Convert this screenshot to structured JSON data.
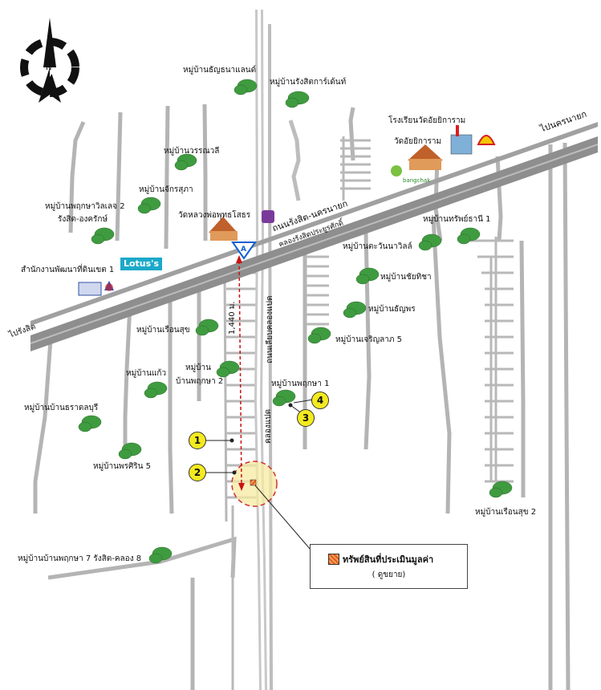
{
  "compass": {
    "north_label": "N"
  },
  "roads": {
    "main_road_label": "ถนนรังสิต-นครนายก",
    "canal_label": "คลองรังสิตประยูรศักดิ์",
    "to_nakhon_nayok": "ไปนครนายก",
    "to_rangsit": "ไปรังสิต",
    "side_road_label": "ถนนเลียบคลองแปด",
    "canal_eight_label": "คลองแปด",
    "distance_label": "1,440 ม.",
    "start_marker": "A"
  },
  "places": {
    "thanya_land": "หมู่บ้านธัญธนาแลนด์",
    "rangsit_garden": "หมู่บ้านรังสิตการ์เด้นท์",
    "school": "โรงเรียนวัดอัยยิการาม",
    "temple_aiyika": "วัดอัยยิการาม",
    "bangchak": "bangchak",
    "wannawalee": "หมู่บ้านวรรณวลี",
    "chakrasupha": "หมู่บ้านจักรสุภา",
    "pruksa_ville_2": "หมู่บ้านพฤกษาวิลเลจ 2",
    "rangsit_ongkharak": "รังสิต-องครักษ์",
    "wat_luangpho": "วัดหลวงพ่อพุทธโสธร",
    "lotus": "Lotus's",
    "dealer_office": "สำนักงานพัฒนาที่ดินเขต 1",
    "thapsap_thani": "หมู่บ้านทรัพย์ธานี 1",
    "tawanwalee": "หมู่บ้านตะวันนาวิลล์",
    "chaicha": "หมู่บ้านชัยทิชา",
    "thanyaporn": "หมู่บ้านธัญพร",
    "charoenlap": "หมู่บ้านเจริญลาภ 5",
    "ruansuk": "หมู่บ้านเรือนสุข",
    "banpruksa_2_line1": "หมู่บ้าน",
    "banpruksa_2_line2": "บ้านพฤกษา 2",
    "pruksa_1": "หมู่บ้านพฤกษา 1",
    "banmaew": "หมู่บ้านแก้ว",
    "thara_khonburi": "หมู่บ้านบ้านธราดลบุรี",
    "pornsirin_5": "หมู่บ้านพรศิริน 5",
    "ruansuk_2": "หมู่บ้านเรือนสุข 2",
    "pruksa_7": "หมู่บ้านบ้านพฤกษา 7 รังสิต-คลอง 8"
  },
  "markers": [
    "1",
    "2",
    "3",
    "4"
  ],
  "legend": {
    "title": "ทรัพย์สินที่ประเมินมูลค่า",
    "subtitle": "( ดูขยาย)"
  },
  "colors": {
    "road": "#9a9a9a",
    "road_dark": "#8b8b8b",
    "canal": "#ffffff",
    "soi": "#b0b0b0",
    "tree": "#3f9b3f",
    "route": "#cc1111",
    "marker": "#f4ea1f",
    "property_zone": "#f7e9a2"
  }
}
